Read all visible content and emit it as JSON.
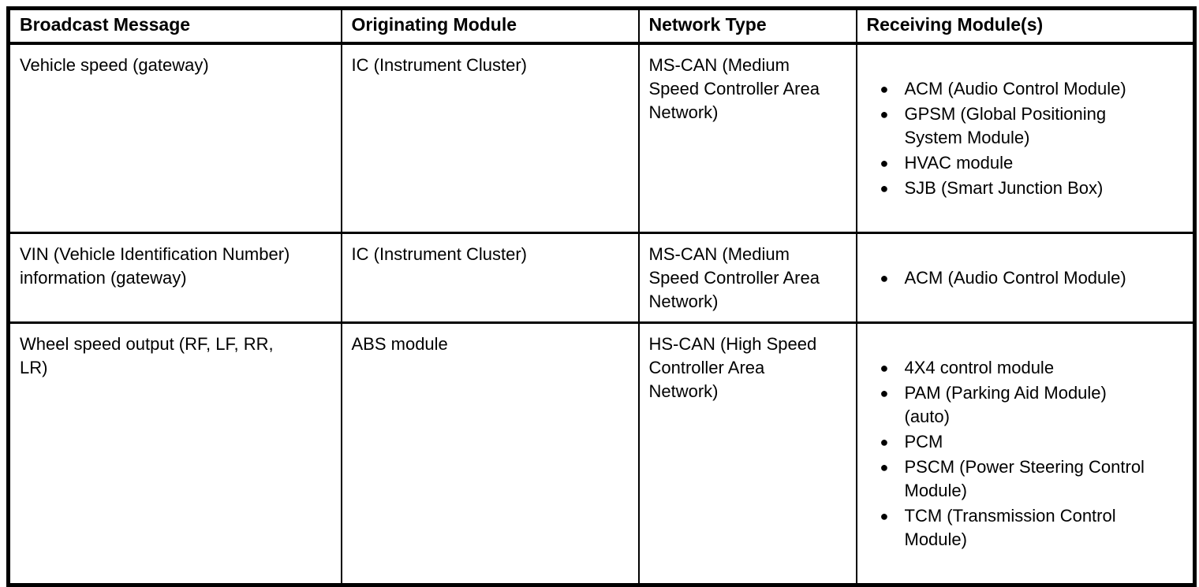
{
  "table": {
    "bullet_icon": "●",
    "colors": {
      "border": "#000000",
      "text": "#000000",
      "background": "#ffffff"
    },
    "columns": [
      "Broadcast Message",
      "Originating Module",
      "Network Type",
      "Receiving Module(s)"
    ],
    "rows": [
      {
        "broadcast_message": "Vehicle speed (gateway)",
        "originating_module": "IC (Instrument Cluster)",
        "network_type": "MS-CAN (Medium\nSpeed Controller Area\nNetwork)",
        "receiving_modules": [
          "ACM (Audio Control Module)",
          "GPSM (Global Positioning\nSystem Module)",
          "HVAC module",
          "SJB (Smart Junction Box)"
        ]
      },
      {
        "broadcast_message": "VIN (Vehicle Identification Number)\ninformation (gateway)",
        "originating_module": "IC (Instrument Cluster)",
        "network_type": "MS-CAN (Medium\nSpeed Controller Area\nNetwork)",
        "receiving_modules": [
          "ACM (Audio Control Module)"
        ]
      },
      {
        "broadcast_message": "Wheel speed output (RF, LF, RR,\nLR)",
        "originating_module": "ABS module",
        "network_type": "HS-CAN (High Speed\nController Area\nNetwork)",
        "receiving_modules": [
          "4X4 control module",
          "PAM (Parking Aid Module)\n(auto)",
          "PCM",
          "PSCM (Power Steering Control\nModule)",
          "TCM (Transmission Control\nModule)"
        ]
      }
    ]
  }
}
